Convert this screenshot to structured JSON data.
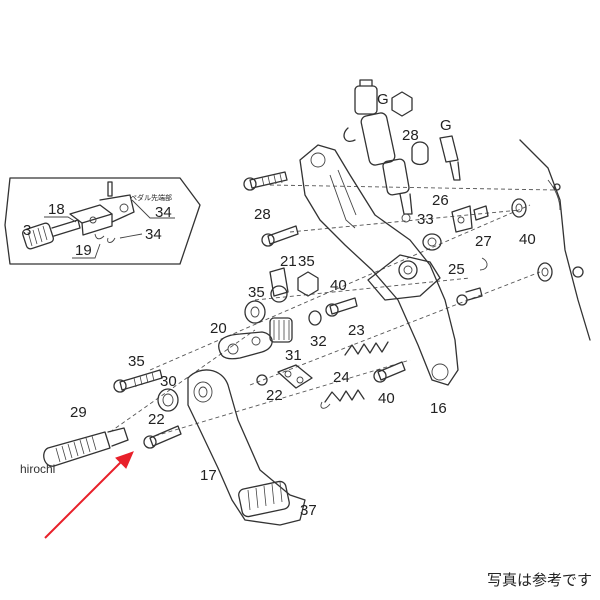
{
  "labels": {
    "p3": "3",
    "p16": "16",
    "p17": "17",
    "p18": "18",
    "p19": "19",
    "p20": "20",
    "p21": "21",
    "p22a": "22",
    "p22b": "22",
    "p23": "23",
    "p24": "24",
    "p25": "25",
    "p26": "26",
    "p27": "27",
    "p28a": "28",
    "p28b": "28",
    "p29": "29",
    "p30": "30",
    "p31": "31",
    "p32": "32",
    "p33": "33",
    "p34a": "34",
    "p34b": "34",
    "p35a": "35",
    "p35b": "35",
    "p35c": "35",
    "p37": "37",
    "p40a": "40",
    "p40b": "40",
    "p40c": "40",
    "gA": "G",
    "gB": "G"
  },
  "inset_note": "ペダル先端部",
  "watermark": "hirochi",
  "caption": "写真は参考です",
  "colors": {
    "arrow": "#e8202a",
    "line": "#333333"
  }
}
